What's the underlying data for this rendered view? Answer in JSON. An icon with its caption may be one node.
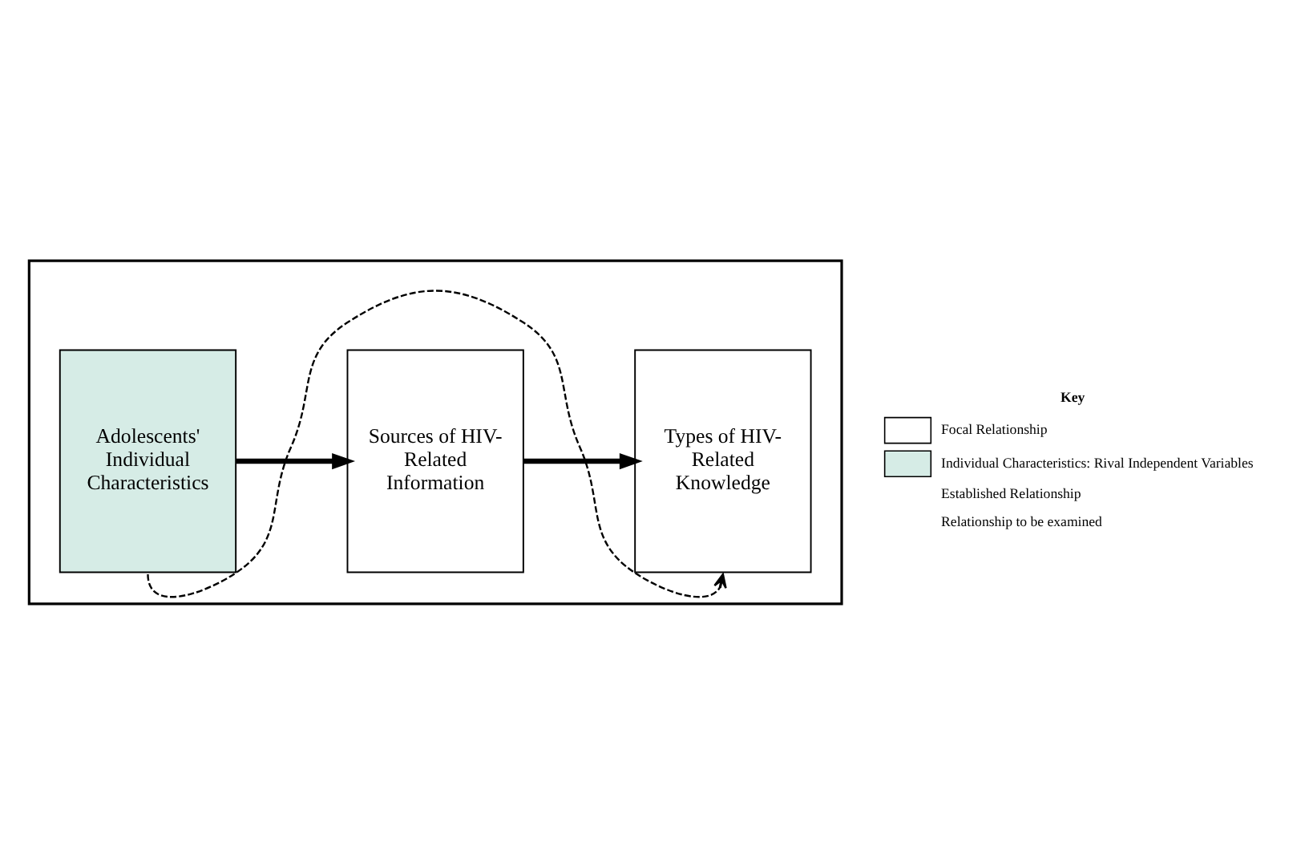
{
  "diagram": {
    "nodes": [
      {
        "text": [],
        "shape": "box"
      },
      {
        "text": [
          "Adolescents' Individual Characteristics"
        ],
        "in": 0
      },
      {
        "text": [
          "Sources of HIV-Related Information"
        ],
        "in": 0
      },
      {
        "text": [
          "Types of HIV-Related Knowledge"
        ],
        "in": 0
      }
    ],
    "edges": [
      {
        "from": 1,
        "to": 2,
        "arrow": "to"
      },
      {
        "from": 2,
        "to": 3,
        "arrow": "to"
      },
      {
        "from": 1,
        "to": 3,
        "arrow": "to",
        "style": "dashed"
      }
    ],
    "labels": [
      "Key"
    ],
    "legend": [
      {
        "text": "Focal Relationship",
        "color": "#ffffff"
      },
      {
        "text": "Individual Characteristics: Rival Independent Variables",
        "color": "#d6ece6"
      },
      {
        "text": "Established Relationship"
      },
      {
        "text": "Relationship to be examined"
      }
    ]
  }
}
